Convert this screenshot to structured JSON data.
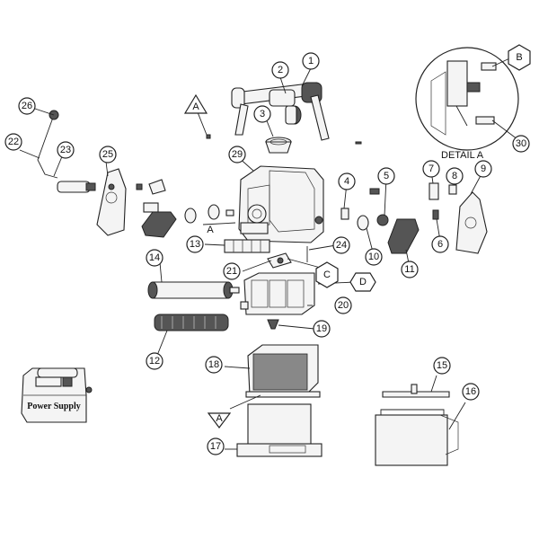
{
  "callouts": {
    "c1": "1",
    "c2": "2",
    "c3": "3",
    "c4": "4",
    "c5": "5",
    "c6": "6",
    "c7": "7",
    "c8": "8",
    "c9": "9",
    "c10": "10",
    "c11": "11",
    "c12": "12",
    "c13": "13",
    "c14": "14",
    "c15": "15",
    "c16": "16",
    "c17": "17",
    "c18": "18",
    "c19": "19",
    "c20": "20",
    "c21": "21",
    "c22": "22",
    "c23": "23",
    "c24": "24",
    "c25": "25",
    "c26": "26",
    "c29": "29",
    "c30": "30"
  },
  "letters": {
    "a_top": "A",
    "a_body": "A",
    "a_bottom": "A",
    "b": "B",
    "c": "C",
    "d": "D"
  },
  "detail_label": "DETAIL A",
  "power_supply_label": "Power Supply"
}
